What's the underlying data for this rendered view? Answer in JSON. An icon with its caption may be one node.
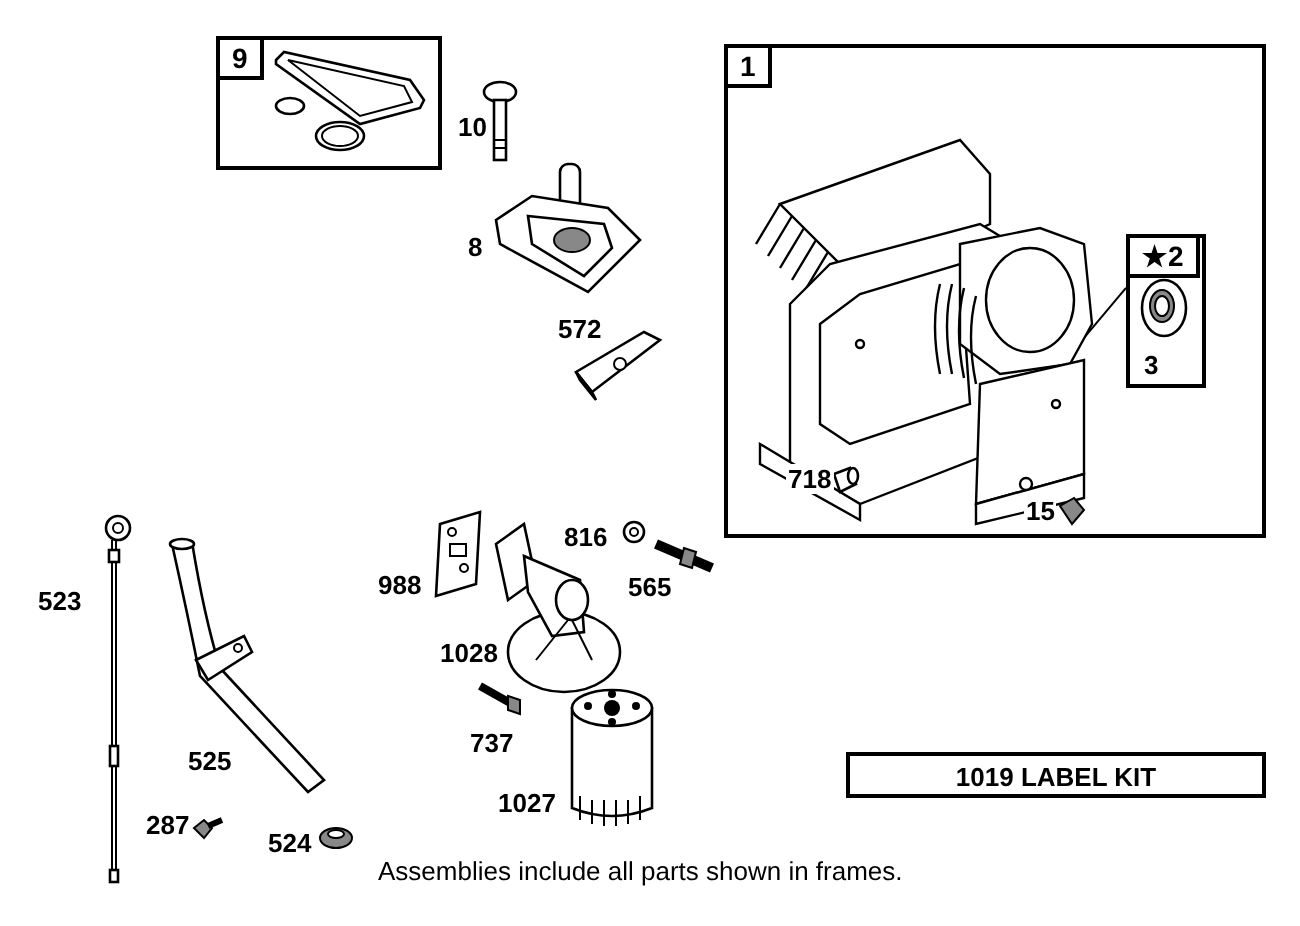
{
  "diagram": {
    "nodes": [
      {
        "text": [
          "9"
        ]
      },
      {
        "text": [
          "1"
        ]
      },
      {
        "text": [
          "★2",
          "3"
        ],
        "in": 1
      },
      {
        "text": [],
        "shape": "picture",
        "in": 1
      },
      {
        "text": [
          "1019 LABEL KIT"
        ]
      }
    ],
    "edges": [
      {
        "from": 2,
        "to": 3,
        "arrow": "none"
      }
    ],
    "labels": [
      "10",
      "8",
      "572",
      "718",
      "15",
      "523",
      "988",
      "816",
      "565",
      "1028",
      "737",
      "525",
      "1027",
      "287",
      "524",
      "Assemblies include all parts shown in frames."
    ]
  }
}
